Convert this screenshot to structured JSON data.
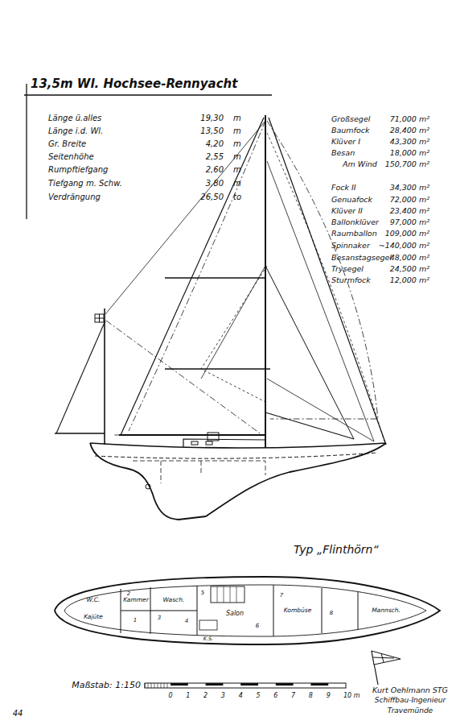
{
  "diagram": {
    "title": "13,5m Wl. Hochsee-Rennyacht",
    "labels": [
      "Länge ü.alles",
      "19,30",
      "m",
      "Länge i.d. Wl.",
      "13,50",
      "m",
      "Gr. Breite",
      "4,20",
      "m",
      "Seitenhöhe",
      "2,55",
      "m",
      "Rumpftiefgang",
      "2,60",
      "m",
      "Tiefgang m. Schw.",
      "3,80",
      "m",
      "Verdrängung",
      "26,50",
      "to",
      "Großsegel",
      "71,000 m²",
      "Baumfock",
      "28,400 m²",
      "Klüver I",
      "43,300 m²",
      "Besan",
      "18,000 m²",
      "Am Wind",
      "150,700 m²",
      "Fock II",
      "34,300 m²",
      "Genuafock",
      "72,000 m²",
      "Klüver II",
      "23,400 m²",
      "Ballonklüver",
      "97,000 m²",
      "Raumballon",
      "109,000 m²",
      "Spinnaker",
      "~140,000 m²",
      "Besanstagsegel",
      "48,000 m²",
      "Trysegel",
      "24,500 m²",
      "Sturmfock",
      "12,000 m²",
      "Typ „Flinthörn“",
      "W.C.",
      "Kajüte",
      "Kammer",
      "Wasch.",
      "Salon",
      "K.S.",
      "Kombüse",
      "Mannsch.",
      "1",
      "2",
      "3",
      "4",
      "5",
      "6",
      "7",
      "8",
      "Maßstab: 1:150",
      "0",
      "1",
      "2",
      "3",
      "4",
      "5",
      "6",
      "7",
      "8",
      "9",
      "10 m",
      "Kurt Oehlmann STG",
      "Schiffbau-Ingenieur",
      "Travemünde",
      "44"
    ]
  }
}
